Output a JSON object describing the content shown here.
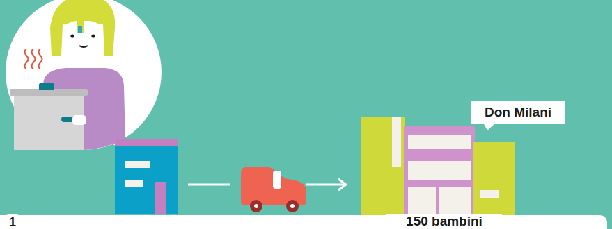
{
  "diagram": {
    "nodes": [
      {
        "text": [
          "1"
        ]
      },
      {
        "text": [
          "Don Milani"
        ]
      },
      {
        "text": [
          "150 bambini"
        ]
      }
    ]
  }
}
